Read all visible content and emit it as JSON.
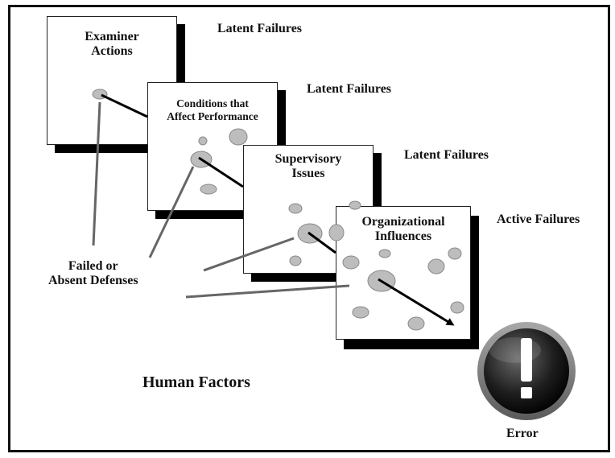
{
  "cards": [
    {
      "title_line1": "Examiner",
      "title_line2": "Actions"
    },
    {
      "title_line1": "Conditions that",
      "title_line2": "Affect Performance"
    },
    {
      "title_line1": "Supervisory",
      "title_line2": "Issues"
    },
    {
      "title_line1": "Organizational",
      "title_line2": "Influences"
    }
  ],
  "labels": {
    "latent_1": "Latent Failures",
    "latent_2": "Latent Failures",
    "latent_3": "Latent Failures",
    "active": "Active Failures",
    "defenses_line1": "Failed or",
    "defenses_line2": "Absent Defenses",
    "human_factors": "Human Factors",
    "error": "Error"
  },
  "colors": {
    "hole_fill": "#bdbdbd",
    "card_shadow": "#000000",
    "error_ring": "#777777"
  },
  "icons": {
    "error": "exclamation-icon"
  }
}
